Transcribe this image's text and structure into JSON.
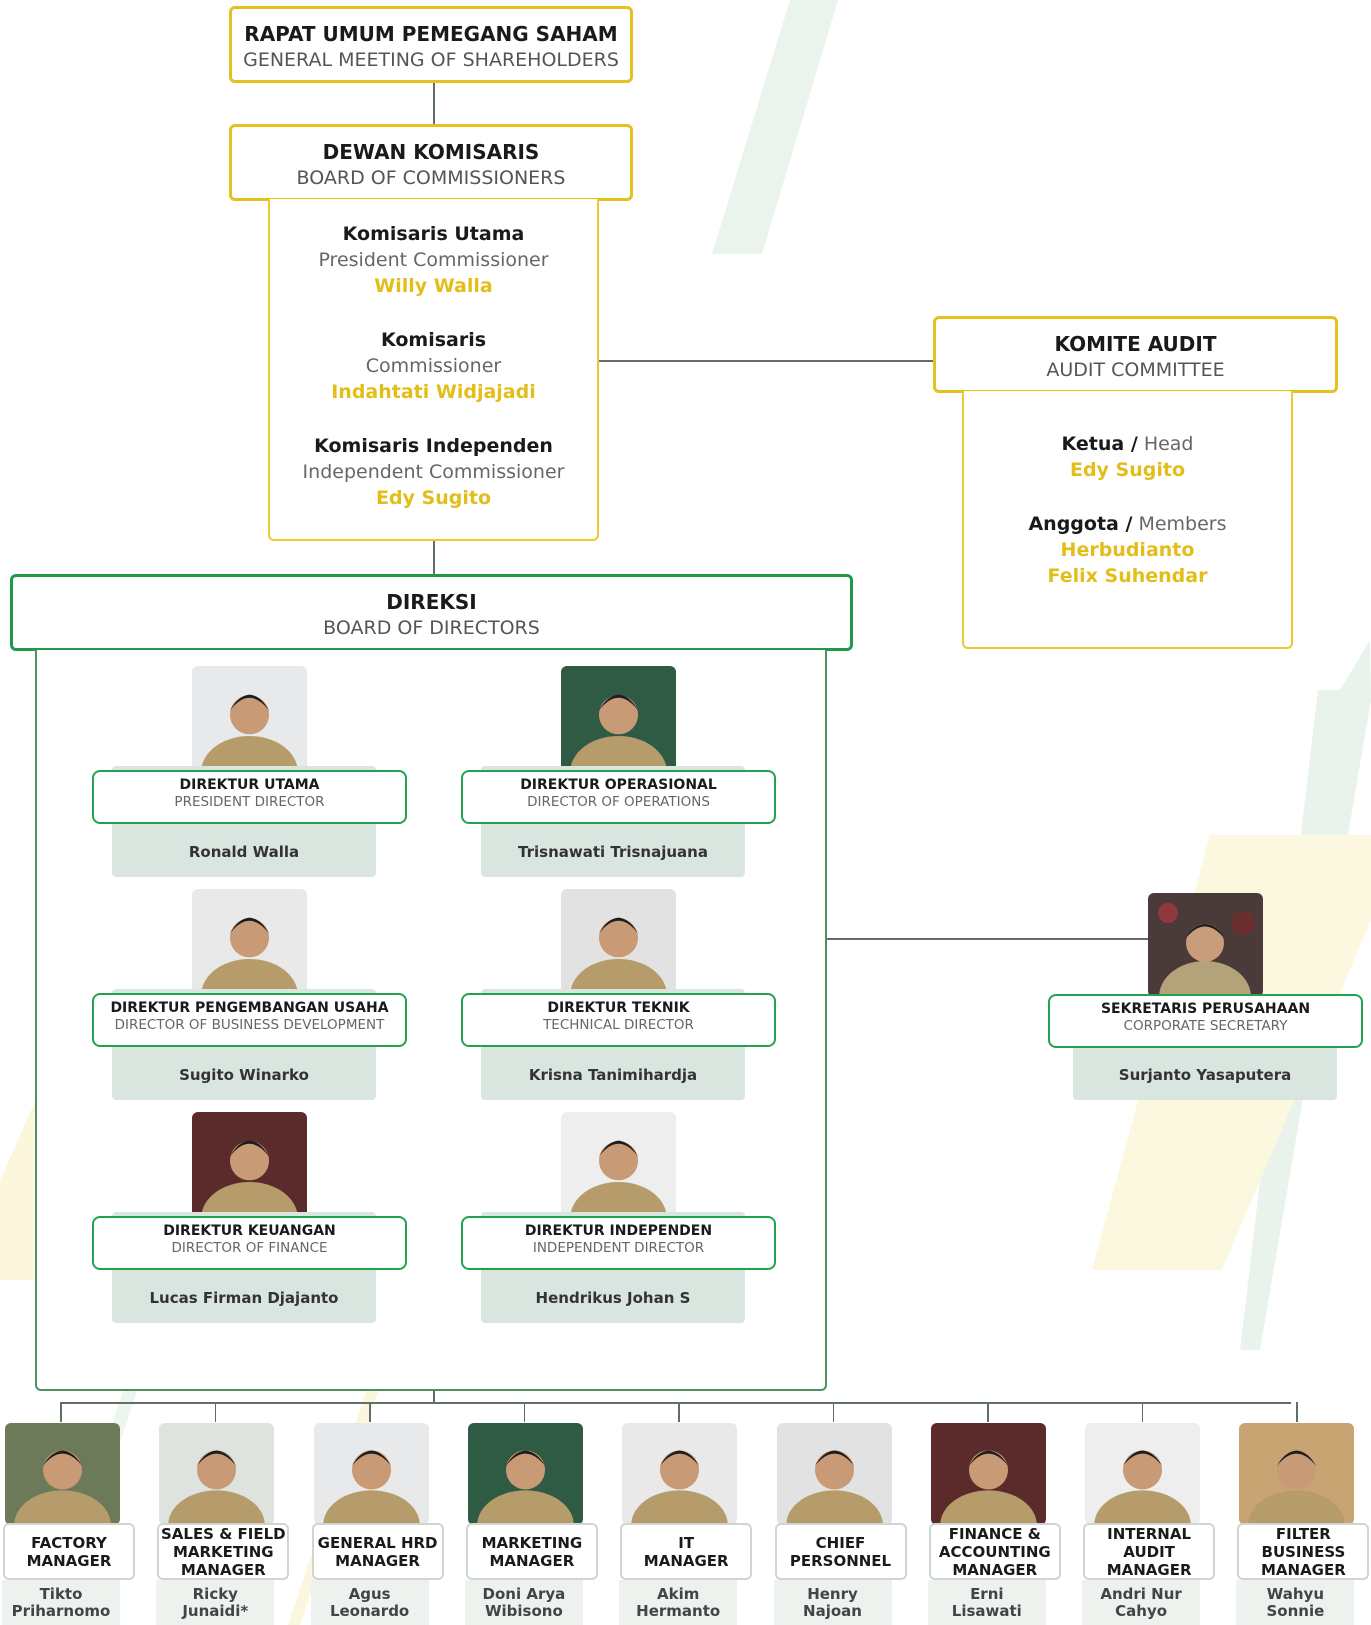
{
  "colors": {
    "gold": "#e6c01c",
    "green": "#21a24e",
    "name_fill": "#d9e6df"
  },
  "gms": {
    "title": "RAPAT UMUM PEMEGANG SAHAM",
    "subtitle": "GENERAL MEETING OF SHAREHOLDERS"
  },
  "boc": {
    "title": "DEWAN KOMISARIS",
    "subtitle": "BOARD OF COMMISSIONERS",
    "members": [
      {
        "role": "Komisaris Utama",
        "role_en": "President Commissioner",
        "name": "Willy Walla"
      },
      {
        "role": "Komisaris",
        "role_en": "Commissioner",
        "name": "Indahtati Widjajadi"
      },
      {
        "role": "Komisaris Independen",
        "role_en": "Independent Commissioner",
        "name": "Edy Sugito"
      }
    ]
  },
  "audit": {
    "title": "KOMITE AUDIT",
    "subtitle": "AUDIT COMMITTEE",
    "head_label": "Ketua /",
    "head_label_en": "Head",
    "head_name": "Edy Sugito",
    "members_label": "Anggota /",
    "members_label_en": "Members",
    "members": [
      "Herbudianto",
      "Felix Suhendar"
    ]
  },
  "bod": {
    "title": "DIREKSI",
    "subtitle": "BOARD OF DIRECTORS",
    "directors": [
      {
        "title": "DIREKTUR UTAMA",
        "title_en": "PRESIDENT DIRECTOR",
        "name": "Ronald Walla"
      },
      {
        "title": "DIREKTUR OPERASIONAL",
        "title_en": "DIRECTOR OF OPERATIONS",
        "name": "Trisnawati Trisnajuana"
      },
      {
        "title": "DIREKTUR PENGEMBANGAN USAHA",
        "title_en": "DIRECTOR OF BUSINESS DEVELOPMENT",
        "name": "Sugito Winarko"
      },
      {
        "title": "DIREKTUR TEKNIK",
        "title_en": "TECHNICAL DIRECTOR",
        "name": "Krisna Tanimihardja"
      },
      {
        "title": "DIREKTUR KEUANGAN",
        "title_en": "DIRECTOR OF FINANCE",
        "name": "Lucas Firman Djajanto"
      },
      {
        "title": "DIREKTUR INDEPENDEN",
        "title_en": "INDEPENDENT DIRECTOR",
        "name": "Hendrikus Johan S"
      }
    ]
  },
  "corsec": {
    "title": "SEKRETARIS PERUSAHAAN",
    "title_en": "CORPORATE SECRETARY",
    "name": "Surjanto Yasaputera"
  },
  "managers": [
    {
      "title": "FACTORY\nMANAGER",
      "name": "Tikto\nPriharnomo"
    },
    {
      "title": "SALES & FIELD\nMARKETING\nMANAGER",
      "name": "Ricky\nJunaidi*"
    },
    {
      "title": "GENERAL HRD\nMANAGER",
      "name": "Agus\nLeonardo"
    },
    {
      "title": "MARKETING\nMANAGER",
      "name": "Doni Arya\nWibisono"
    },
    {
      "title": "IT\nMANAGER",
      "name": "Akim\nHermanto"
    },
    {
      "title": "CHIEF\nPERSONNEL",
      "name": "Henry\nNajoan"
    },
    {
      "title": "FINANCE &\nACCOUNTING\nMANAGER",
      "name": "Erni\nLisawati"
    },
    {
      "title": "INTERNAL AUDIT\nMANAGER",
      "name": "Andri Nur\nCahyo"
    },
    {
      "title": "FILTER BUSINESS\nMANAGER",
      "name": "Wahyu\nSonnie"
    }
  ]
}
